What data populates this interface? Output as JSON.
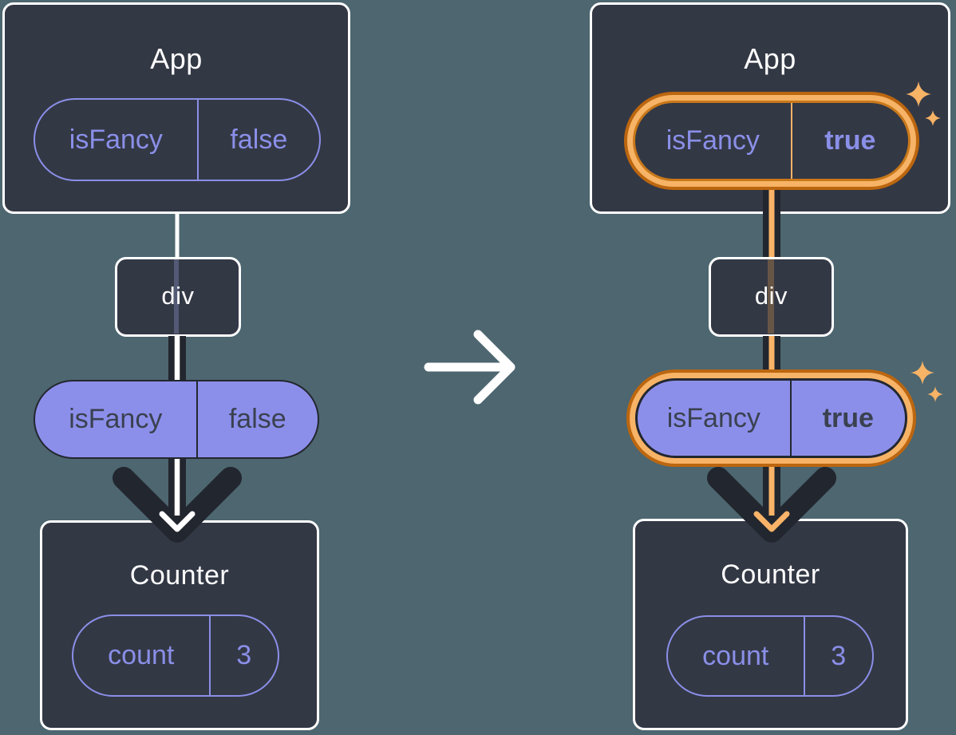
{
  "scene": {
    "description": "React component tree diagram: passing isFancy prop from App through div to Counter, before and after state change",
    "transition": "right-arrow"
  },
  "colors": {
    "background": "#4d6670",
    "card_fill": "#333845",
    "card_border": "#ffffff",
    "purple": "#8a8fe8",
    "purple_pill_fill": "#8c8fea",
    "pill_dark_text": "#3a4150",
    "dark_line": "#22262e",
    "orange_dark": "#bc660f",
    "orange_light": "#f7b366",
    "white": "#ffffff"
  },
  "trees": {
    "left": {
      "app": {
        "title": "App",
        "state": {
          "key": "isFancy",
          "value": "false"
        }
      },
      "container": {
        "title": "div"
      },
      "prop": {
        "key": "isFancy",
        "value": "false"
      },
      "counter": {
        "title": "Counter",
        "state": {
          "key": "count",
          "value": "3"
        }
      }
    },
    "right": {
      "app": {
        "title": "App",
        "state": {
          "key": "isFancy",
          "value": "true"
        }
      },
      "container": {
        "title": "div"
      },
      "prop": {
        "key": "isFancy",
        "value": "true"
      },
      "counter": {
        "title": "Counter",
        "state": {
          "key": "count",
          "value": "3"
        }
      }
    }
  }
}
